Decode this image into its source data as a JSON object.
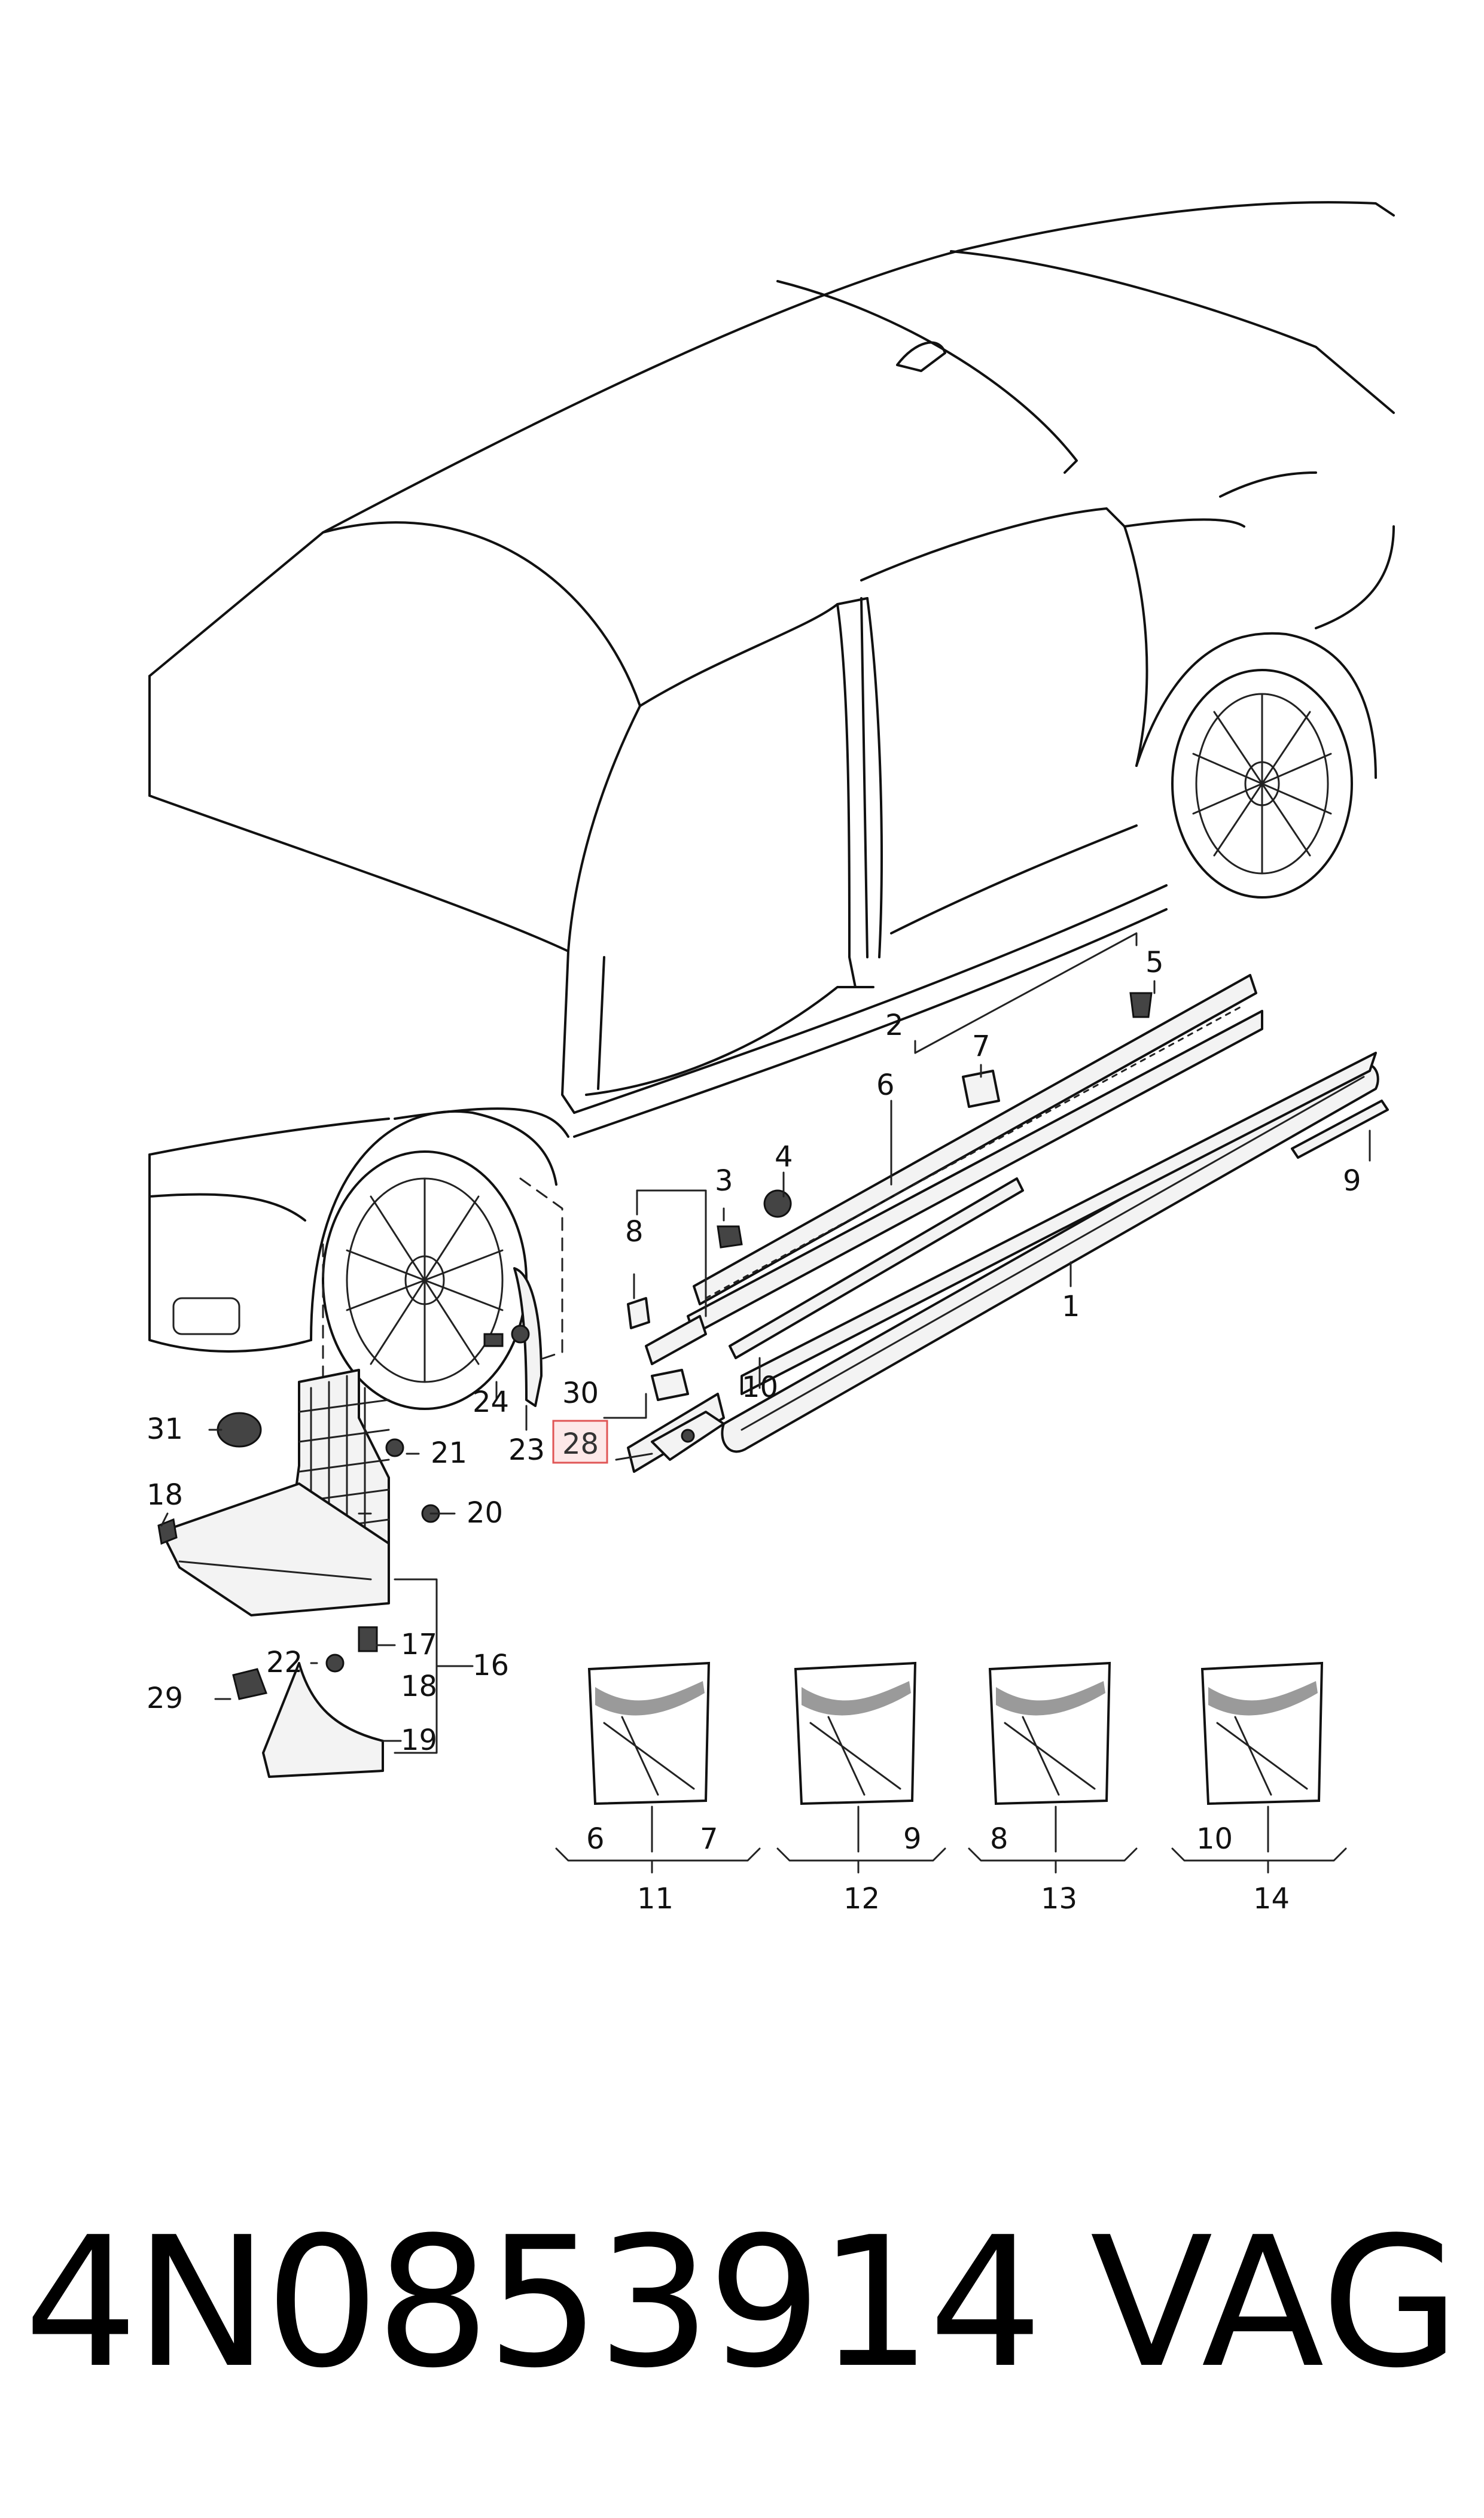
{
  "callouts": {
    "c1": "1",
    "c2": "2",
    "c3": "3",
    "c4": "4",
    "c5": "5",
    "c6": "6",
    "c7": "7",
    "c8": "8",
    "c9": "9",
    "c10": "10",
    "c16": "16",
    "c17": "17",
    "c18a": "18",
    "c18b": "18",
    "c19": "19",
    "c20": "20",
    "c21": "21",
    "c22": "22",
    "c23": "23",
    "c24": "24",
    "c28": "28",
    "c29": "29",
    "c30": "30",
    "c31": "31"
  },
  "kits": [
    {
      "kit": "11",
      "left": "6",
      "right": "7"
    },
    {
      "kit": "12",
      "left": "",
      "right": "9"
    },
    {
      "kit": "13",
      "left": "8",
      "right": ""
    },
    {
      "kit": "14",
      "left": "10",
      "right": ""
    }
  ],
  "footer": {
    "part_number": "4N0853914",
    "brand": "VAG"
  },
  "colors": {
    "line": "#111111",
    "highlight_box": "#e05555",
    "highlight_fill": "#fde8e8"
  }
}
